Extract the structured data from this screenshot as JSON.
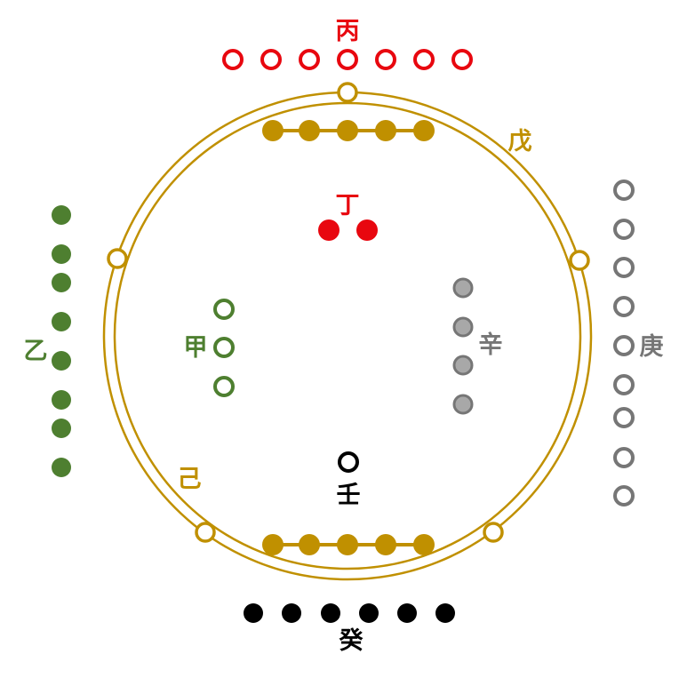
{
  "colors": {
    "red": "#e8070f",
    "gold": "#c09000",
    "green": "#4e7f30",
    "gray": "#767676",
    "gray_fill": "#a8a8a8",
    "black": "#000000",
    "white": "#ffffff"
  },
  "stems": {
    "bing": {
      "label": "丙",
      "count": 7,
      "style": "open"
    },
    "ding": {
      "label": "丁",
      "count": 2,
      "style": "filled"
    },
    "wu": {
      "label": "戊",
      "count": 5,
      "style": "filled-linked"
    },
    "ji": {
      "label": "己",
      "count": 5,
      "style": "filled-linked"
    },
    "jia": {
      "label": "甲",
      "count": 3,
      "style": "open"
    },
    "yi": {
      "label": "乙",
      "count": 8,
      "style": "filled"
    },
    "geng": {
      "label": "庚",
      "count": 9,
      "style": "open"
    },
    "xin": {
      "label": "辛",
      "count": 4,
      "style": "filled"
    },
    "ren": {
      "label": "壬",
      "count": 1,
      "style": "open"
    },
    "gui": {
      "label": "癸",
      "count": 6,
      "style": "filled"
    }
  },
  "ring": {
    "markers": 5,
    "marker_style": "open"
  }
}
